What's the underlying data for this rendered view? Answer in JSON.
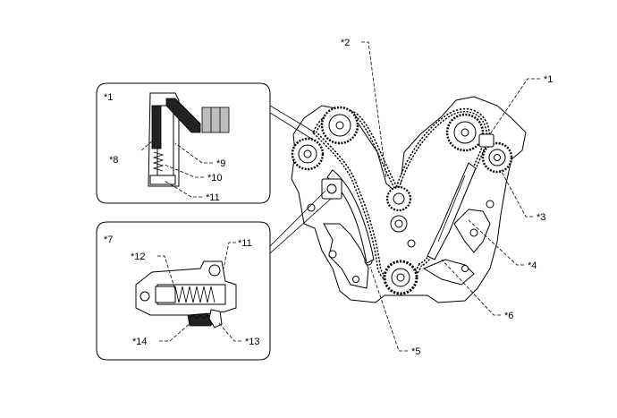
{
  "callouts": {
    "c1_main": "*1",
    "c2": "*2",
    "c3": "*3",
    "c4": "*4",
    "c5": "*5",
    "c6": "*6"
  },
  "inset_top": {
    "title": "*1",
    "c8": "*8",
    "c9": "*9",
    "c10": "*10",
    "c11": "*11"
  },
  "inset_bottom": {
    "title": "*7",
    "c11": "*11",
    "c12": "*12",
    "c13": "*13",
    "c14": "*14"
  }
}
